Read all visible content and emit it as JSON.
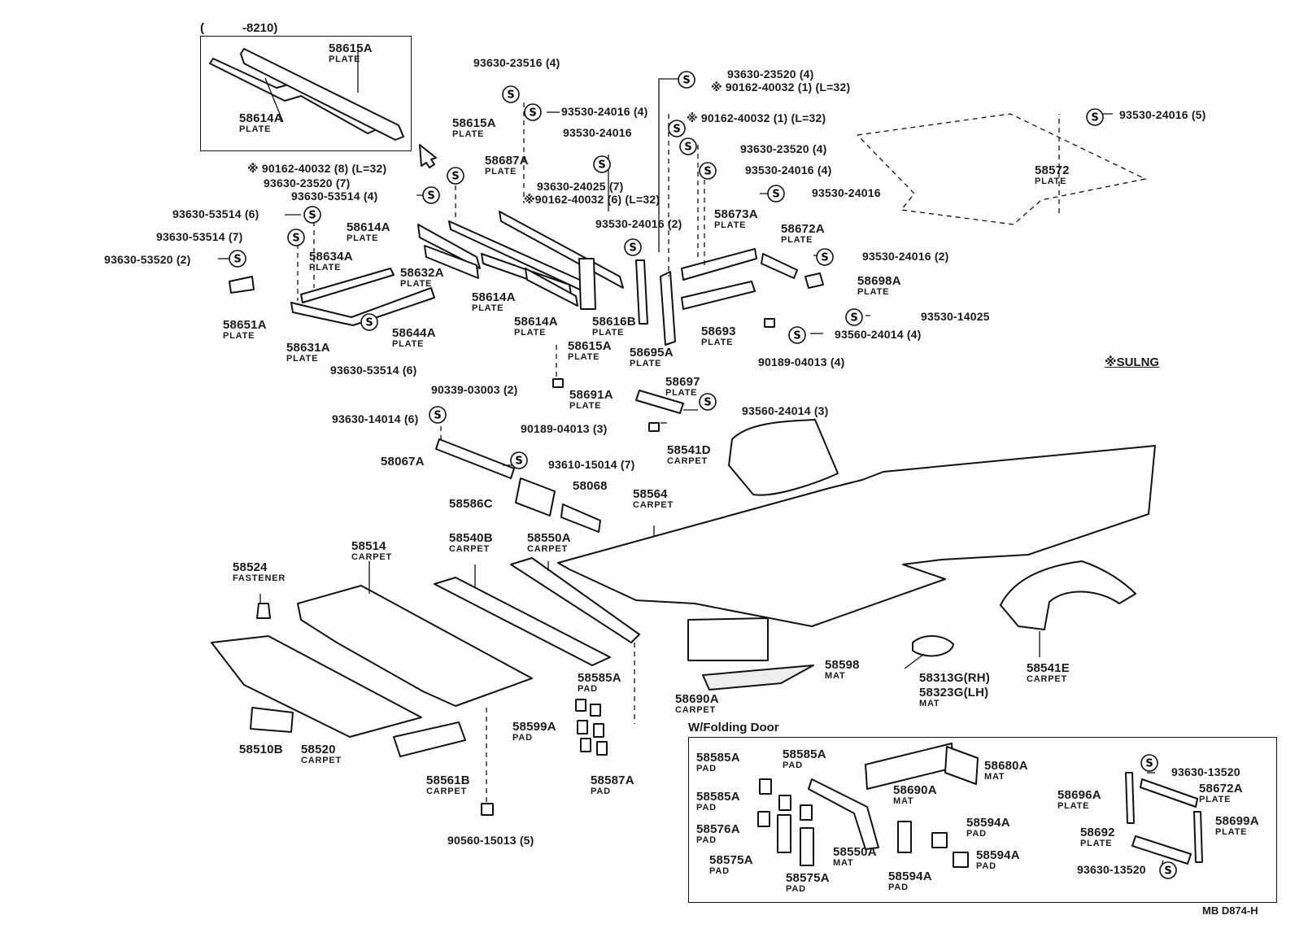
{
  "inset_range": {
    "open": "(",
    "to": "-8210)"
  },
  "note": "※SULNG",
  "folding_title": "W/Folding Door",
  "figure_ref": "MB D874-H",
  "fastener_symbol": "S",
  "parts": [
    {
      "id": "p58615Ai",
      "pn": "58615A",
      "desc": "PLATE"
    },
    {
      "id": "p58614Ai",
      "pn": "58614A",
      "desc": "PLATE"
    },
    {
      "id": "p58615A1",
      "pn": "58615A",
      "desc": "PLATE"
    },
    {
      "id": "p58687A",
      "pn": "58687A",
      "desc": "PLATE"
    },
    {
      "id": "p58614A1",
      "pn": "58614A",
      "desc": "PLATE"
    },
    {
      "id": "p58634A",
      "pn": "58634A",
      "desc": "PLATE"
    },
    {
      "id": "p58632A",
      "pn": "58632A",
      "desc": "PLATE"
    },
    {
      "id": "p58651A",
      "pn": "58651A",
      "desc": "PLATE"
    },
    {
      "id": "p58631A",
      "pn": "58631A",
      "desc": "PLATE"
    },
    {
      "id": "p58644A",
      "pn": "58644A",
      "desc": "PLATE"
    },
    {
      "id": "p58614A2",
      "pn": "58614A",
      "desc": "PLATE"
    },
    {
      "id": "p58614A3",
      "pn": "58614A",
      "desc": "PLATE"
    },
    {
      "id": "p58616B",
      "pn": "58616B",
      "desc": "PLATE"
    },
    {
      "id": "p58615A2",
      "pn": "58615A",
      "desc": "PLATE"
    },
    {
      "id": "p58695A",
      "pn": "58695A",
      "desc": "PLATE"
    },
    {
      "id": "p58697",
      "pn": "58697",
      "desc": "PLATE"
    },
    {
      "id": "p58673A",
      "pn": "58673A",
      "desc": "PLATE"
    },
    {
      "id": "p58672A",
      "pn": "58672A",
      "desc": "PLATE"
    },
    {
      "id": "p58698A",
      "pn": "58698A",
      "desc": "PLATE"
    },
    {
      "id": "p58693",
      "pn": "58693",
      "desc": "PLATE"
    },
    {
      "id": "p58572",
      "pn": "58572",
      "desc": "PLATE"
    },
    {
      "id": "p58691A",
      "pn": "58691A",
      "desc": "PLATE"
    },
    {
      "id": "p58541D",
      "pn": "58541D",
      "desc": "CARPET"
    },
    {
      "id": "p58067A",
      "pn": "58067A",
      "desc": ""
    },
    {
      "id": "p58068",
      "pn": "58068",
      "desc": ""
    },
    {
      "id": "p58586C",
      "pn": "58586C",
      "desc": ""
    },
    {
      "id": "p58564",
      "pn": "58564",
      "desc": "CARPET"
    },
    {
      "id": "p58514",
      "pn": "58514",
      "desc": "CARPET"
    },
    {
      "id": "p58524",
      "pn": "58524",
      "desc": "FASTENER"
    },
    {
      "id": "p58540B",
      "pn": "58540B",
      "desc": "CARPET"
    },
    {
      "id": "p58550A",
      "pn": "58550A",
      "desc": "CARPET"
    },
    {
      "id": "p58585A",
      "pn": "58585A",
      "desc": "PAD"
    },
    {
      "id": "p58599A",
      "pn": "58599A",
      "desc": "PAD"
    },
    {
      "id": "p58587A",
      "pn": "58587A",
      "desc": "PAD"
    },
    {
      "id": "p58510B",
      "pn": "58510B",
      "desc": ""
    },
    {
      "id": "p58520",
      "pn": "58520",
      "desc": "CARPET"
    },
    {
      "id": "p58561B",
      "pn": "58561B",
      "desc": "CARPET"
    },
    {
      "id": "p58598",
      "pn": "58598",
      "desc": "MAT"
    },
    {
      "id": "p58690A",
      "pn": "58690A",
      "desc": "CARPET"
    },
    {
      "id": "p58313G",
      "pn": "58313G(RH)",
      "desc": ""
    },
    {
      "id": "p58323G",
      "pn": "58323G(LH)",
      "desc": "MAT"
    },
    {
      "id": "p58541E",
      "pn": "58541E",
      "desc": "CARPET"
    },
    {
      "id": "f58585A1",
      "pn": "58585A",
      "desc": "PAD"
    },
    {
      "id": "f58585A2",
      "pn": "58585A",
      "desc": "PAD"
    },
    {
      "id": "f58585A3",
      "pn": "58585A",
      "desc": "PAD"
    },
    {
      "id": "f58576A",
      "pn": "58576A",
      "desc": "PAD"
    },
    {
      "id": "f58575A1",
      "pn": "58575A",
      "desc": "PAD"
    },
    {
      "id": "f58575A2",
      "pn": "58575A",
      "desc": "PAD"
    },
    {
      "id": "f58690A",
      "pn": "58690A",
      "desc": "MAT"
    },
    {
      "id": "f58680A",
      "pn": "58680A",
      "desc": "MAT"
    },
    {
      "id": "f58550A",
      "pn": "58550A",
      "desc": "MAT"
    },
    {
      "id": "f58594A1",
      "pn": "58594A",
      "desc": "PAD"
    },
    {
      "id": "f58594A2",
      "pn": "58594A",
      "desc": "PAD"
    },
    {
      "id": "f58594A3",
      "pn": "58594A",
      "desc": "PAD"
    },
    {
      "id": "f58696A",
      "pn": "58696A",
      "desc": "PLATE"
    },
    {
      "id": "f58672A",
      "pn": "58672A",
      "desc": "PLATE"
    },
    {
      "id": "f58699A",
      "pn": "58699A",
      "desc": "PLATE"
    },
    {
      "id": "f58692",
      "pn": "58692",
      "desc": "PLATE"
    }
  ],
  "codes": [
    {
      "id": "c01",
      "text": "93630-23516 (4)"
    },
    {
      "id": "c02",
      "text": "93530-24016 (4)"
    },
    {
      "id": "c03",
      "text": "93530-24016"
    },
    {
      "id": "c04",
      "text": "93630-24025 (7)"
    },
    {
      "id": "c05",
      "text": "※90162-40032 (6) (L=32)"
    },
    {
      "id": "c06",
      "text": "93530-24016 (2)"
    },
    {
      "id": "c07",
      "text": "93630-23520 (4)"
    },
    {
      "id": "c08",
      "text": "※ 90162-40032 (1) (L=32)"
    },
    {
      "id": "c09",
      "text": "※ 90162-40032 (1) (L=32)"
    },
    {
      "id": "c10",
      "text": "93630-23520 (4)"
    },
    {
      "id": "c11",
      "text": "93530-24016 (4)"
    },
    {
      "id": "c12",
      "text": "93530-24016"
    },
    {
      "id": "c13",
      "text": "93530-24016 (2)"
    },
    {
      "id": "c14",
      "text": "93530-14025"
    },
    {
      "id": "c15",
      "text": "93560-24014 (4)"
    },
    {
      "id": "c16",
      "text": "90189-04013 (4)"
    },
    {
      "id": "c17",
      "text": "93530-24016 (5)"
    },
    {
      "id": "c18",
      "text": "※ 90162-40032 (8) (L=32)"
    },
    {
      "id": "c19",
      "text": "93630-23520 (7)"
    },
    {
      "id": "c20",
      "text": "93630-53514 (4)"
    },
    {
      "id": "c21",
      "text": "93630-53514 (6)"
    },
    {
      "id": "c22",
      "text": "93630-53514 (7)"
    },
    {
      "id": "c23",
      "text": "93630-53520 (2)"
    },
    {
      "id": "c24",
      "text": "93630-53514 (6)"
    },
    {
      "id": "c25",
      "text": "90339-03003 (2)"
    },
    {
      "id": "c26",
      "text": "93560-24014 (3)"
    },
    {
      "id": "c27",
      "text": "90189-04013 (3)"
    },
    {
      "id": "c28",
      "text": "93630-14014 (6)"
    },
    {
      "id": "c29",
      "text": "93610-15014 (7)"
    },
    {
      "id": "c30",
      "text": "90560-15013 (5)"
    },
    {
      "id": "c31",
      "text": "93630-13520"
    },
    {
      "id": "c32",
      "text": "93630-13520"
    }
  ]
}
